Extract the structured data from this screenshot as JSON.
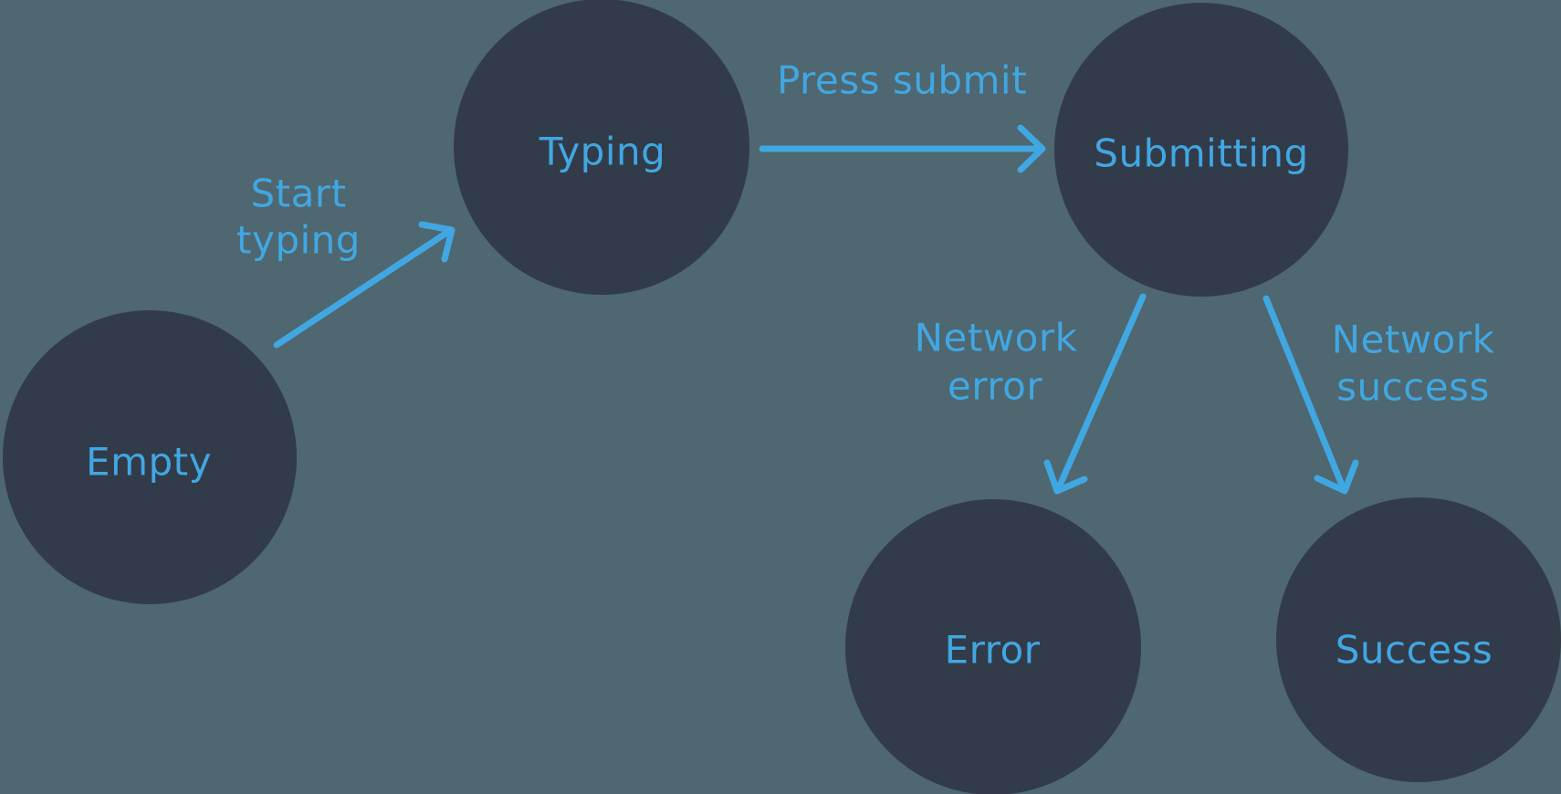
{
  "diagram": {
    "type": "state-machine",
    "colors": {
      "background": "#4E6770",
      "node_fill": "#323B49",
      "accent": "#41A7E2"
    },
    "states": [
      {
        "id": "empty",
        "label": "Empty"
      },
      {
        "id": "typing",
        "label": "Typing"
      },
      {
        "id": "submitting",
        "label": "Submitting"
      },
      {
        "id": "error",
        "label": "Error"
      },
      {
        "id": "success",
        "label": "Success"
      }
    ],
    "transitions": [
      {
        "from": "empty",
        "to": "typing",
        "label": "Start typing",
        "line1": "Start",
        "line2": "typing"
      },
      {
        "from": "typing",
        "to": "submitting",
        "label": "Press submit",
        "line1": "Press submit",
        "line2": ""
      },
      {
        "from": "submitting",
        "to": "error",
        "label": "Network error",
        "line1": "Network",
        "line2": "error"
      },
      {
        "from": "submitting",
        "to": "success",
        "label": "Network success",
        "line1": "Network",
        "line2": "success"
      }
    ]
  }
}
